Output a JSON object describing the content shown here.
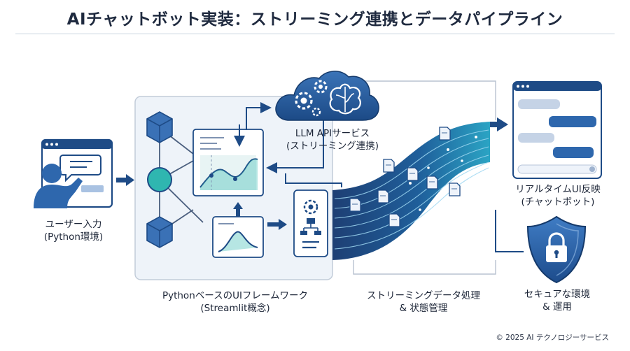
{
  "title": "AIチャットボット実装：ストリーミング連携とデータパイプライン",
  "nodes": {
    "user_input": {
      "line1": "ユーザー入力",
      "line2": "(Python環境)"
    },
    "framework": {
      "line1": "PythonベースのUIフレームワーク",
      "line2": "(Streamlit概念)"
    },
    "llm_api": {
      "line1": "LLM APIサービス",
      "line2": "(ストリーミング連携)"
    },
    "streaming": {
      "line1": "ストリーミングデータ処理",
      "line2": "& 状態管理"
    },
    "realtime_ui": {
      "line1": "リアルタイムUI反映",
      "line2": "(チャットボット)"
    },
    "security": {
      "line1": "セキュアな環境",
      "line2": "& 運用"
    }
  },
  "footer": {
    "copyright": "© 2025 AI テクノロジーサービス"
  },
  "colors": {
    "primary": "#1e4b86",
    "accent": "#2fb6b0",
    "light": "#dfe9f6",
    "panel": "#f1f5fa"
  }
}
